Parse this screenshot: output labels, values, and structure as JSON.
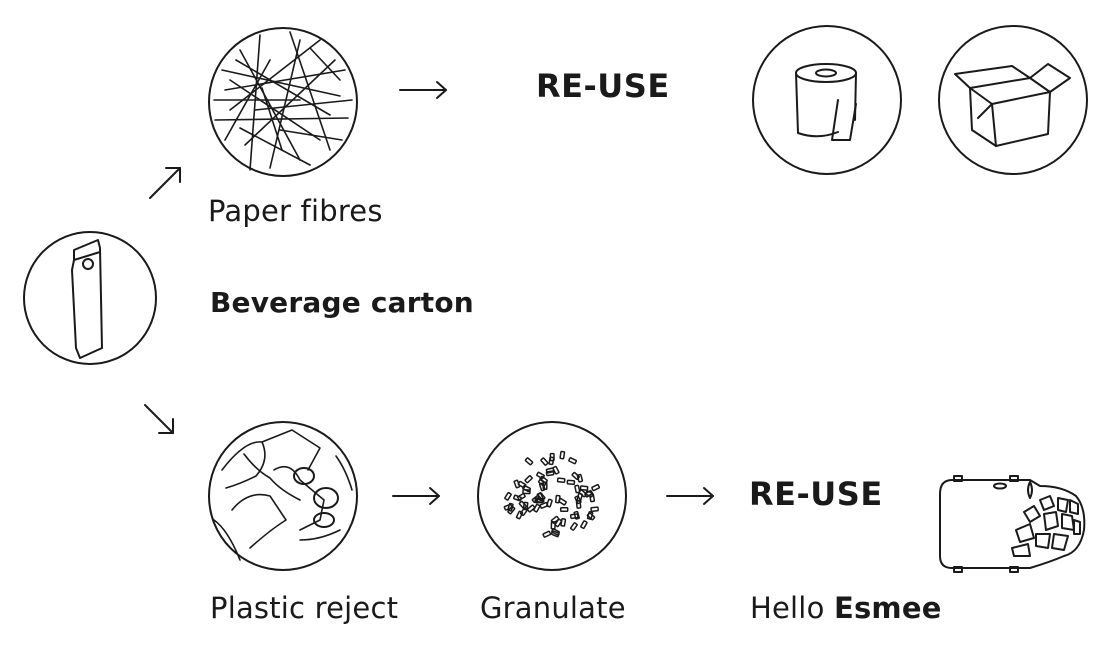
{
  "labels": {
    "beverage_carton": "Beverage carton",
    "paper_fibres": "Paper fibres",
    "plastic_reject": "Plastic reject",
    "granulate": "Granulate",
    "reuse_top": "RE-USE",
    "reuse_bottom": "RE-USE",
    "hello": "Hello",
    "esmee": "Esmee"
  },
  "icons": {
    "carton": "beverage-carton-icon",
    "fibres": "paper-fibres-icon",
    "toilet_roll": "toilet-roll-icon",
    "box": "cardboard-box-icon",
    "plastic": "plastic-reject-icon",
    "granulate": "granulate-icon",
    "esmee": "esmee-bottle-icon"
  },
  "colors": {
    "stroke": "#1a1a1a",
    "background": "#ffffff"
  }
}
